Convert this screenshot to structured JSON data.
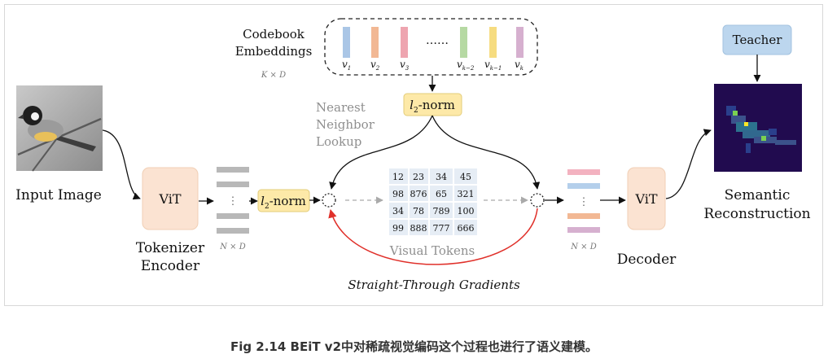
{
  "codebook": {
    "label_line1": "Codebook",
    "label_line2": "Embeddings",
    "dims": "K × D",
    "dots": "……",
    "vectors": [
      {
        "base": "v",
        "sub": "1",
        "color": "#aac6e6"
      },
      {
        "base": "v",
        "sub": "2",
        "color": "#f2b894"
      },
      {
        "base": "v",
        "sub": "3",
        "color": "#eea5b0"
      },
      {
        "base": "v",
        "sub": "k−2",
        "color": "#b6d9a3"
      },
      {
        "base": "v",
        "sub": "k−1",
        "color": "#f6dc80"
      },
      {
        "base": "v",
        "sub": "k",
        "color": "#d6b0cf"
      }
    ]
  },
  "norm_top": {
    "base": "l",
    "sub": "2",
    "suffix": "-norm"
  },
  "norm_mid": {
    "base": "l",
    "sub": "2",
    "suffix": "-norm"
  },
  "lookup": {
    "line1": "Nearest",
    "line2": "Neighbor",
    "line3": "Lookup"
  },
  "input": {
    "label": "Input Image"
  },
  "encoder": {
    "block": "ViT",
    "name_line1": "Tokenizer",
    "name_line2": "Encoder",
    "dims": "N × D"
  },
  "decoder": {
    "block": "ViT",
    "name": "Decoder",
    "dims": "N × D"
  },
  "visual_tokens": {
    "label": "Visual Tokens",
    "grid": [
      [
        "12",
        "23",
        "34",
        "45"
      ],
      [
        "98",
        "876",
        "65",
        "321"
      ],
      [
        "34",
        "78",
        "789",
        "100"
      ],
      [
        "99",
        "888",
        "777",
        "666"
      ]
    ]
  },
  "gradients": {
    "label": "Straight-Through Gradients"
  },
  "teacher": {
    "label": "Teacher"
  },
  "semantic": {
    "line1": "Semantic",
    "line2": "Reconstruction"
  },
  "caption": "Fig 2.14 BEiT v2中对稀疏视觉编码这个过程也进行了语义建模。",
  "colors": {
    "vit_fill": "#fbe3d2",
    "norm_fill": "#fde9a8",
    "teacher_fill": "#bcd6ee",
    "gradient_arrow": "#e0302a",
    "gray_text": "#8f8f8f"
  }
}
